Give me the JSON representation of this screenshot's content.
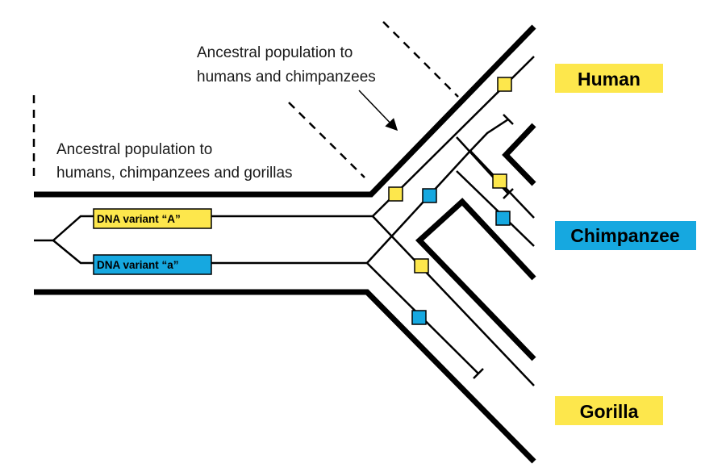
{
  "annotations": {
    "ancestral_hc_line1": "Ancestral population to",
    "ancestral_hc_line2": "humans and chimpanzees",
    "ancestral_hcg_line1": "Ancestral population to",
    "ancestral_hcg_line2": "humans, chimpanzees and gorillas"
  },
  "variants": {
    "a_upper": "DNA variant “A”",
    "a_lower": "DNA variant “a”"
  },
  "species": {
    "human": "Human",
    "chimpanzee": "Chimpanzee",
    "gorilla": "Gorilla"
  },
  "colors": {
    "variant_A": "#fde74c",
    "variant_a": "#16a8e0",
    "line": "#000000"
  }
}
